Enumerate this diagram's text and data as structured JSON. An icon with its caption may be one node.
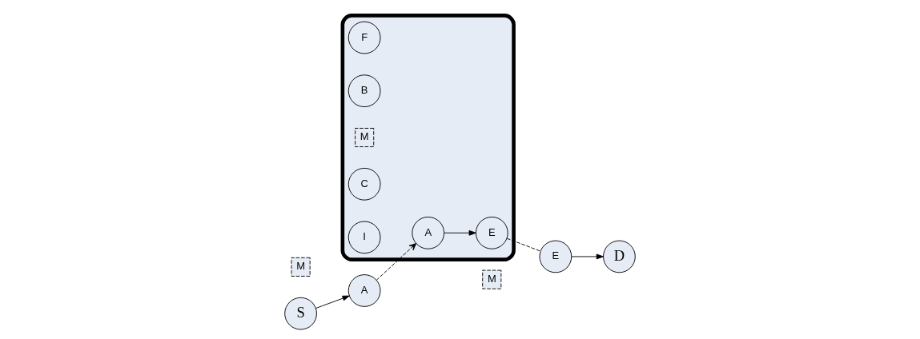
{
  "diagram": {
    "nodes": [
      {
        "text": [],
        "shape": "cloud"
      },
      {
        "text": [
          "F"
        ],
        "in": 0
      },
      {
        "text": [
          "B"
        ],
        "in": 0
      },
      {
        "text": [
          "M"
        ]
      },
      {
        "text": [
          "S"
        ]
      },
      {
        "text": [
          "A"
        ]
      },
      {
        "text": [
          "M"
        ],
        "in": 0
      },
      {
        "text": [
          "A"
        ],
        "in": 0
      },
      {
        "text": [
          "E"
        ],
        "in": 0
      },
      {
        "text": [
          "C"
        ],
        "in": 0
      },
      {
        "text": [
          "I"
        ],
        "in": 0
      },
      {
        "text": [
          "M"
        ]
      },
      {
        "text": [
          "E"
        ]
      },
      {
        "text": [
          "D"
        ]
      }
    ],
    "edges": [
      {
        "from": 4,
        "to": 5,
        "arrow": "to"
      },
      {
        "from": 5,
        "to": 7,
        "arrow": "to",
        "style": "dashed"
      },
      {
        "from": 7,
        "to": 8,
        "arrow": "to"
      },
      {
        "from": 8,
        "to": 12,
        "arrow": "none",
        "style": "dashed"
      },
      {
        "from": 12,
        "to": 13,
        "arrow": "to"
      }
    ]
  }
}
